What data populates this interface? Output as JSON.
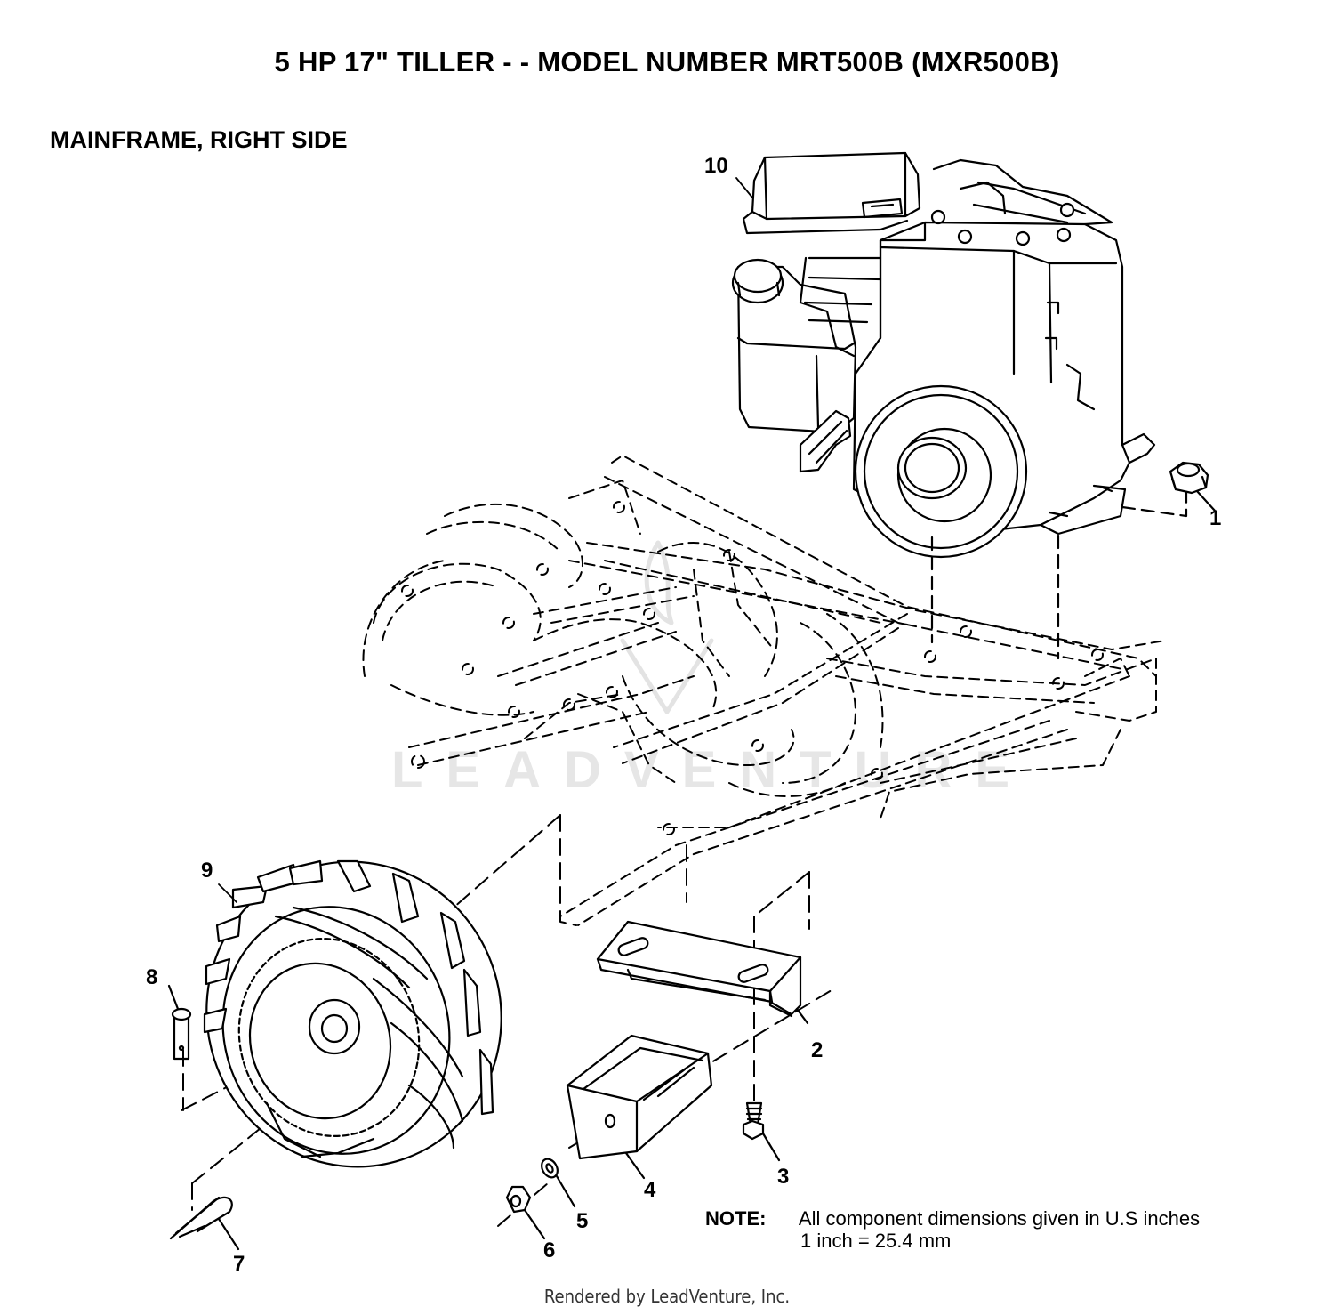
{
  "title": "5 HP 17\" TILLER - - MODEL NUMBER MRT500B (MXR500B)",
  "subtitle": "MAINFRAME, RIGHT SIDE",
  "callouts": [
    "1",
    "2",
    "3",
    "4",
    "5",
    "6",
    "7",
    "8",
    "9",
    "10"
  ],
  "note": {
    "label": "NOTE:",
    "line1": "All component dimensions given in U.S inches",
    "line2": "1 inch = 25.4 mm"
  },
  "watermark": "LEADVENTURE",
  "footer": "Rendered by LeadVenture, Inc."
}
